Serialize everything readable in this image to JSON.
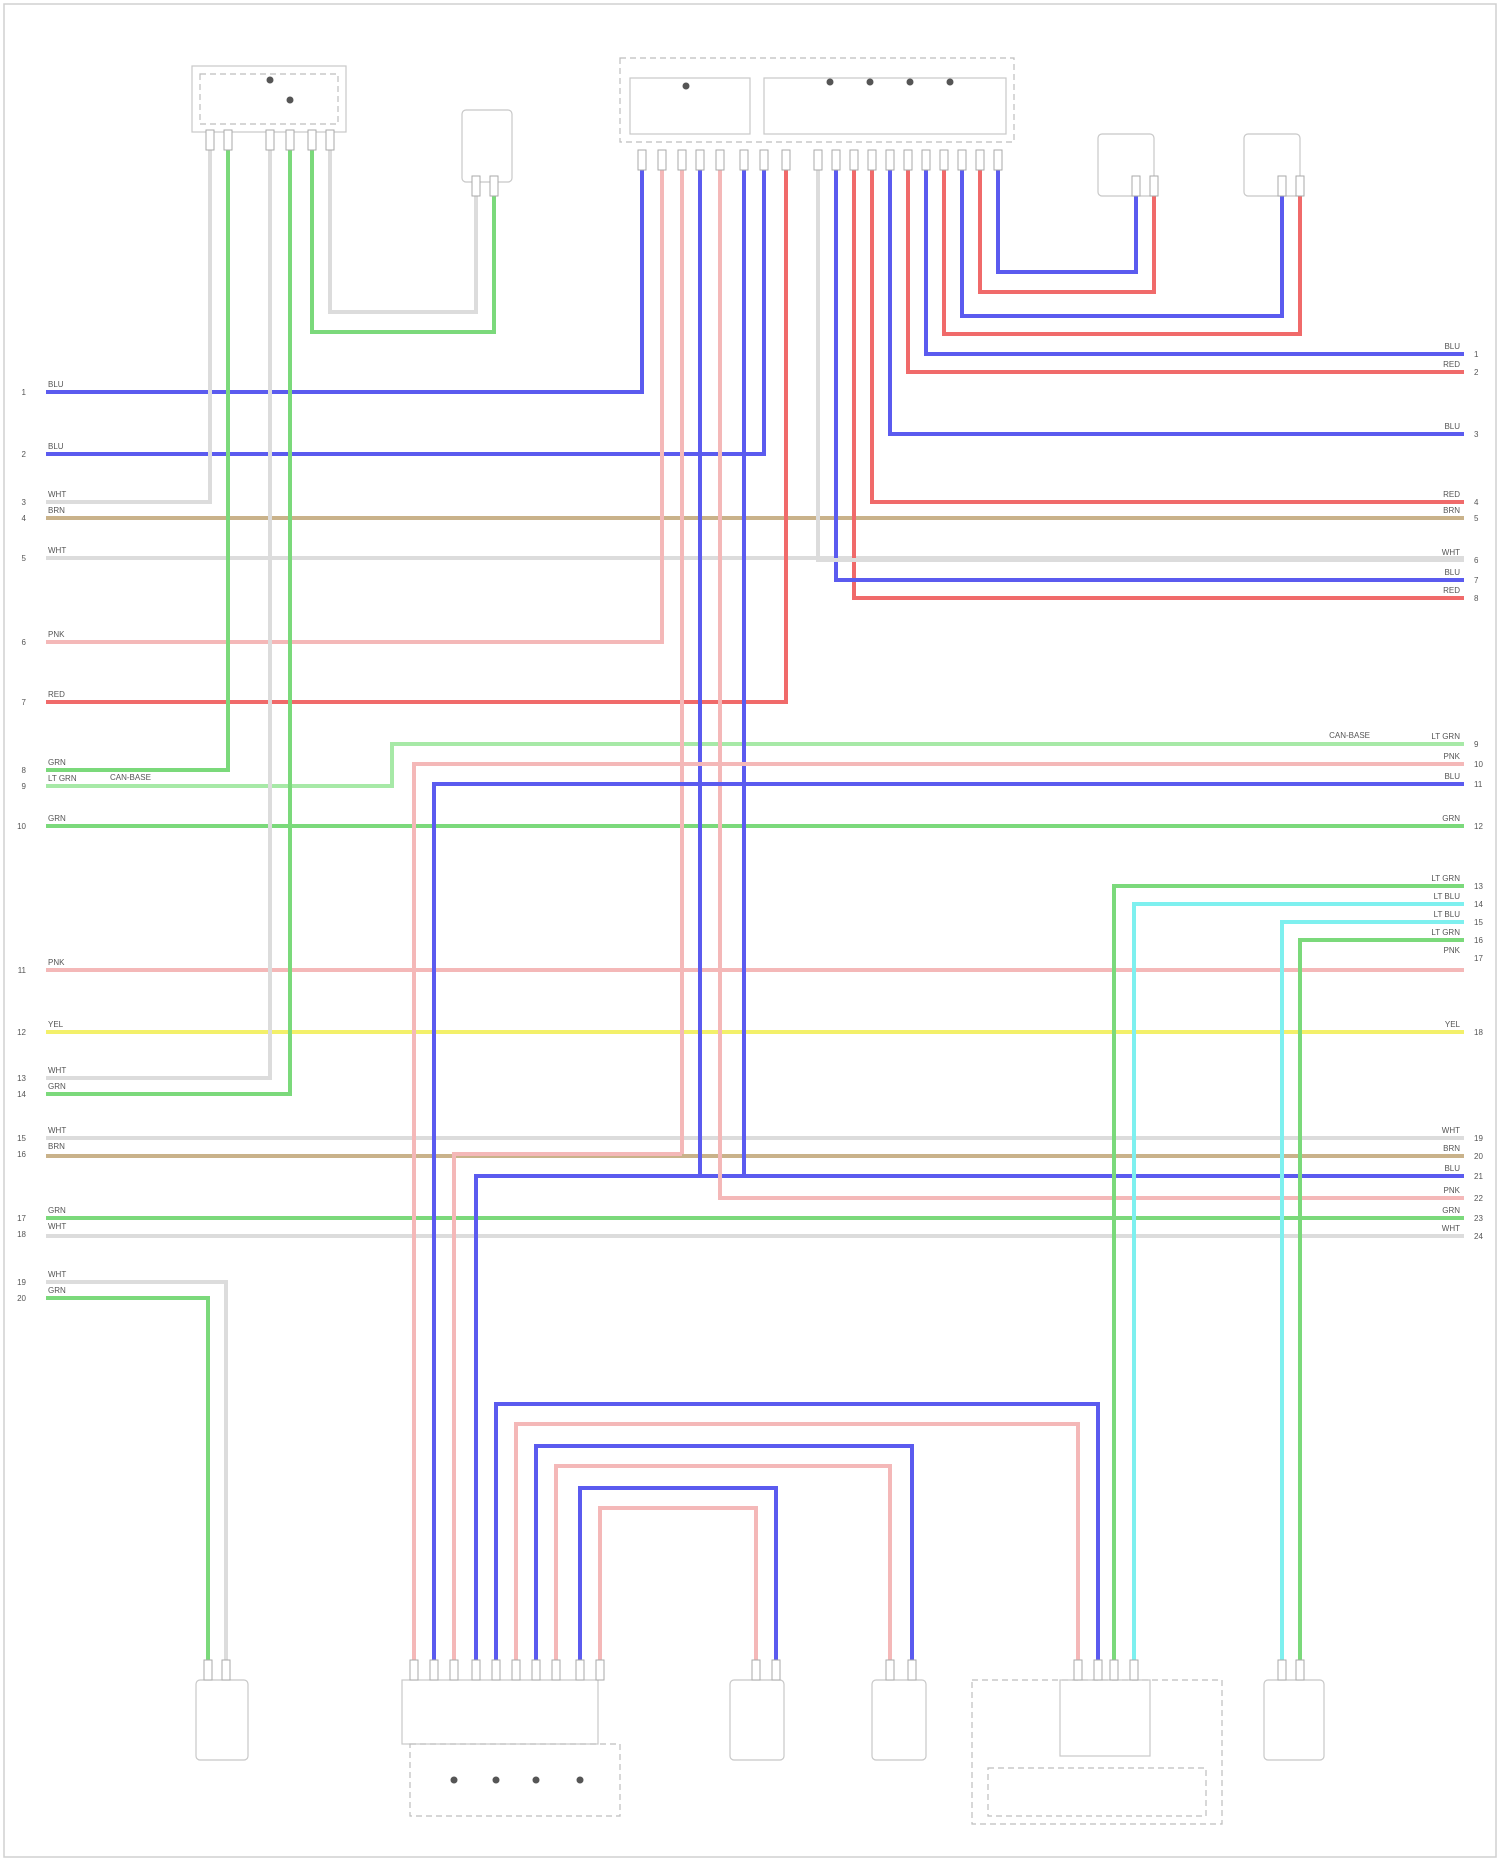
{
  "title_text": "WIRING DIAGRAM",
  "footer": "",
  "components": {
    "top_a": "",
    "top_b": "",
    "top_c": "",
    "top_d": "",
    "top_e": "",
    "bot_a": "",
    "bot_b": "",
    "bot_c": "",
    "bot_d": "",
    "bot_e": "",
    "bot_f": ""
  },
  "wire_colors": {
    "BLU": "#5b5bef",
    "RED": "#f06a6a",
    "PNK": "#f4b8b8",
    "GRN": "#7bd97b",
    "LT GRN": "#a7e9a7",
    "WHT": "#dcdcdc",
    "BRN": "#c9b28a",
    "YEL": "#f3f06a",
    "LT BLU": "#7ef0ef"
  },
  "left_wires": [
    {
      "n": "1",
      "label": "BLU",
      "color": "BLU"
    },
    {
      "n": "2",
      "label": "BLU",
      "color": "BLU"
    },
    {
      "n": "3",
      "label": "WHT",
      "color": "WHT"
    },
    {
      "n": "4",
      "label": "BRN",
      "color": "BRN"
    },
    {
      "n": "5",
      "label": "WHT",
      "color": "WHT"
    },
    {
      "n": "6",
      "label": "PNK",
      "color": "PNK"
    },
    {
      "n": "7",
      "label": "RED",
      "color": "RED"
    },
    {
      "n": "8",
      "label": "GRN",
      "color": "GRN"
    },
    {
      "n": "9",
      "label": "LT GRN",
      "color": "LT GRN"
    },
    {
      "n": "10",
      "label": "GRN",
      "color": "GRN"
    },
    {
      "n": "11",
      "label": "PNK",
      "color": "PNK"
    },
    {
      "n": "12",
      "label": "YEL",
      "color": "YEL"
    },
    {
      "n": "13",
      "label": "WHT",
      "color": "WHT"
    },
    {
      "n": "14",
      "label": "GRN",
      "color": "GRN"
    },
    {
      "n": "15",
      "label": "WHT",
      "color": "WHT"
    },
    {
      "n": "16",
      "label": "BRN",
      "color": "BRN"
    },
    {
      "n": "17",
      "label": "GRN",
      "color": "GRN"
    },
    {
      "n": "18",
      "label": "WHT",
      "color": "WHT"
    },
    {
      "n": "19",
      "label": "WHT",
      "color": "WHT"
    },
    {
      "n": "20",
      "label": "GRN",
      "color": "GRN"
    }
  ],
  "right_wires": [
    {
      "n": "1",
      "label": "BLU",
      "color": "BLU"
    },
    {
      "n": "2",
      "label": "RED",
      "color": "RED"
    },
    {
      "n": "3",
      "label": "BLU",
      "color": "BLU"
    },
    {
      "n": "4",
      "label": "RED",
      "color": "RED"
    },
    {
      "n": "5",
      "label": "BRN",
      "color": "BRN"
    },
    {
      "n": "6",
      "label": "WHT",
      "color": "WHT"
    },
    {
      "n": "7",
      "label": "BLU",
      "color": "BLU"
    },
    {
      "n": "8",
      "label": "RED",
      "color": "RED"
    },
    {
      "n": "9",
      "label": "LT GRN",
      "color": "LT GRN"
    },
    {
      "n": "10",
      "label": "PNK",
      "color": "PNK"
    },
    {
      "n": "11",
      "label": "BLU",
      "color": "BLU"
    },
    {
      "n": "12",
      "label": "GRN",
      "color": "GRN"
    },
    {
      "n": "13",
      "label": "LT GRN",
      "color": "LT GRN"
    },
    {
      "n": "14",
      "label": "LT BLU",
      "color": "LT BLU"
    },
    {
      "n": "15",
      "label": "LT BLU",
      "color": "LT BLU"
    },
    {
      "n": "16",
      "label": "LT GRN",
      "color": "LT GRN"
    },
    {
      "n": "17",
      "label": "PNK",
      "color": "PNK"
    },
    {
      "n": "18",
      "label": "YEL",
      "color": "YEL"
    },
    {
      "n": "19",
      "label": "WHT",
      "color": "WHT"
    },
    {
      "n": "20",
      "label": "BRN",
      "color": "BRN"
    },
    {
      "n": "21",
      "label": "BLU",
      "color": "BLU"
    },
    {
      "n": "22",
      "label": "PNK",
      "color": "PNK"
    },
    {
      "n": "23",
      "label": "GRN",
      "color": "GRN"
    },
    {
      "n": "24",
      "label": "WHT",
      "color": "WHT"
    }
  ],
  "splice_labels": {
    "left_cavnet": "CAN-BASE",
    "right_cavnet": "CAN-BASE"
  }
}
